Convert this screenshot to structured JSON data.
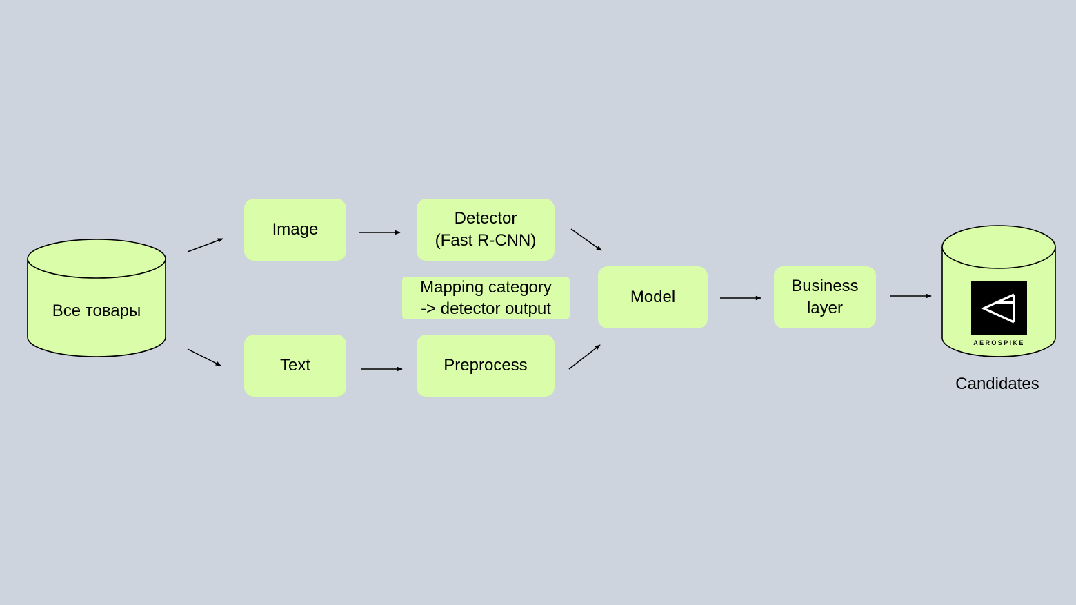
{
  "nodes": {
    "source": {
      "label": "Все товары"
    },
    "image": {
      "label": "Image"
    },
    "text": {
      "label": "Text"
    },
    "detector": {
      "line1": "Detector",
      "line2": "(Fast R-CNN)"
    },
    "mapping": {
      "line1": "Mapping category",
      "line2": "-> detector output"
    },
    "preprocess": {
      "label": "Preprocess"
    },
    "model": {
      "label": "Model"
    },
    "business": {
      "line1": "Business",
      "line2": "layer"
    },
    "candidates": {
      "label": "Candidates",
      "logo_text": "AEROSPIKE",
      "logo_icon": "aerospike-logo-icon"
    }
  },
  "edges": [
    {
      "from": "source",
      "to": "image"
    },
    {
      "from": "source",
      "to": "text"
    },
    {
      "from": "image",
      "to": "detector"
    },
    {
      "from": "text",
      "to": "preprocess"
    },
    {
      "from": "detector",
      "to": "model"
    },
    {
      "from": "preprocess",
      "to": "model"
    },
    {
      "from": "model",
      "to": "business"
    },
    {
      "from": "business",
      "to": "candidates"
    }
  ],
  "colors": {
    "background": "#cdd4dd",
    "node_fill": "#d9fda8",
    "stroke": "#000000"
  }
}
